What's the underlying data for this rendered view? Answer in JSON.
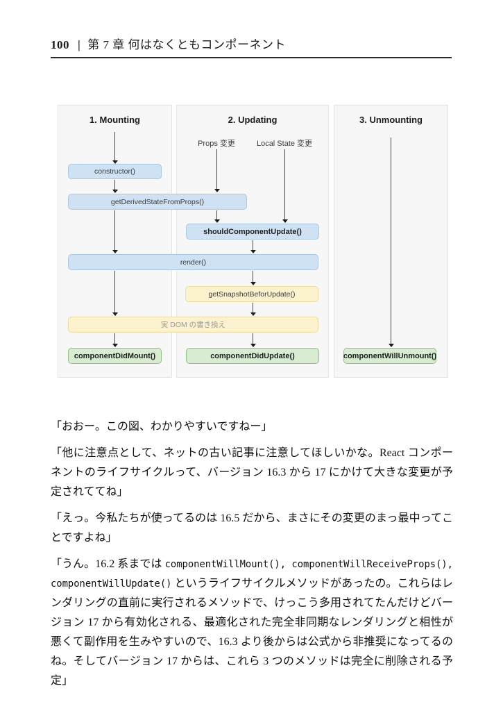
{
  "header": {
    "page_number": "100",
    "separator": "|",
    "chapter_title": "第 7 章 何はなくともコンポーネント"
  },
  "diagram": {
    "panels": [
      {
        "title": "1. Mounting"
      },
      {
        "title": "2. Updating",
        "inputs": [
          "Props 変更",
          "Local State 変更"
        ]
      },
      {
        "title": "3. Unmounting"
      }
    ],
    "nodes": {
      "constructor": "constructor()",
      "get_derived_state": "getDerivedStateFromProps()",
      "should_update": "shouldComponentUpdate()",
      "render": "render()",
      "get_snapshot": "getSnapshotBeforUpdate()",
      "dom_rewrite": "実 DOM の書き換え",
      "did_mount": "componentDidMount()",
      "did_update": "componentDidUpdate()",
      "will_unmount": "componentWillUnmount()"
    },
    "colors": {
      "panel_bg": "#f7f7f7",
      "panel_border": "#e3e3e3",
      "lifecycle_blue_fill": "#cfe2f3",
      "lifecycle_blue_border": "#a9c9e4",
      "dom_yellow_fill": "#fcf2cd",
      "dom_yellow_border": "#ecda9e",
      "commit_green_fill": "#d8ecd2",
      "commit_green_border": "#90c47d"
    }
  },
  "dialogue": {
    "paragraphs": [
      {
        "segments": [
          {
            "type": "text",
            "text": "「おおー。この図、わかりやすいですねー」"
          }
        ]
      },
      {
        "segments": [
          {
            "type": "text",
            "text": "「他に注意点として、ネットの古い記事に注意してほしいかな。React コンポーネントのライフサイクルって、バージョン 16.3 から 17 にかけて大きな変更が予定されててね」"
          }
        ]
      },
      {
        "segments": [
          {
            "type": "text",
            "text": "「えっ。今私たちが使ってるのは 16.5 だから、まさにその変更のまっ最中ってことですよね」"
          }
        ]
      },
      {
        "segments": [
          {
            "type": "text",
            "text": "「うん。16.2 系までは "
          },
          {
            "type": "code",
            "text": "componentWillMount(), componentWillReceiveProps(), componentWillUpdate()"
          },
          {
            "type": "text",
            "text": " というライフサイクルメソッドがあったの。これらはレンダリングの直前に実行されるメソッドで、けっこう多用されてたんだけどバージョン 17 から有効化される、最適化された完全非同期なレンダリングと相性が悪くて副作用を生みやすいので、16.3 より後からは公式から非推奨になってるのね。そしてバージョン 17 からは、これら 3 つのメソッドは完全に削除される予定」"
          }
        ]
      }
    ]
  }
}
